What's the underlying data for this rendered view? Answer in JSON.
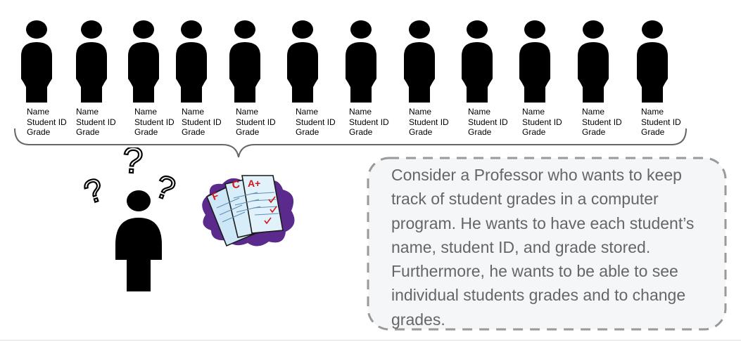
{
  "students": [
    {
      "name": "Name",
      "id": "Student ID",
      "grade": "Grade"
    },
    {
      "name": "Name",
      "id": "Student ID",
      "grade": "Grade"
    },
    {
      "name": "Name",
      "id": "Student ID",
      "grade": "Grade"
    },
    {
      "name": "Name",
      "id": "Student ID",
      "grade": "Grade"
    },
    {
      "name": "Name",
      "id": "Student ID",
      "grade": "Grade"
    },
    {
      "name": "Name",
      "id": "Student ID",
      "grade": "Grade"
    },
    {
      "name": "Name",
      "id": "Student ID",
      "grade": "Grade"
    },
    {
      "name": "Name",
      "id": "Student ID",
      "grade": "Grade"
    },
    {
      "name": "Name",
      "id": "Student ID",
      "grade": "Grade"
    },
    {
      "name": "Name",
      "id": "Student ID",
      "grade": "Grade"
    },
    {
      "name": "Name",
      "id": "Student ID",
      "grade": "Grade"
    },
    {
      "name": "Name",
      "id": "Student ID",
      "grade": "Grade"
    }
  ],
  "professor": {
    "icon": "confused-person-icon",
    "marks": [
      "?",
      "?",
      "?"
    ]
  },
  "papers": {
    "icon": "graded-papers-icon",
    "grades": [
      "F",
      "C",
      "A+"
    ]
  },
  "callout": {
    "text": "Consider a Professor who wants to keep track of student grades in a computer program. He wants to have each student’s name, student ID, and grade stored. Furthermore, he wants to be able to see individual students grades and to change grades."
  },
  "colors": {
    "figure": "#000000",
    "text": "#666666",
    "callout_bg": "#f4f6f8",
    "callout_border": "#999999",
    "grade_red": "#d01818",
    "paper_blue": "#cde7f7",
    "splat_purple": "#5a2a8c"
  }
}
